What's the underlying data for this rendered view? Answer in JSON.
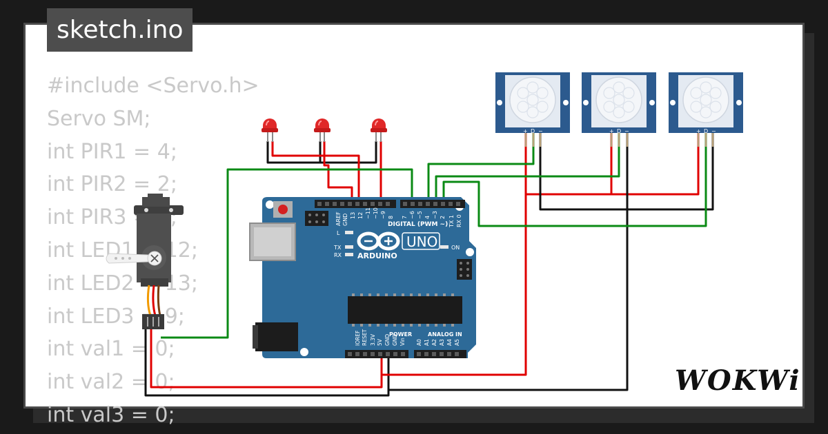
{
  "file": {
    "name": "sketch.ino"
  },
  "code_lines": [
    "#include <Servo.h>",
    "Servo SM;",
    "int PIR1 = 4;",
    "int PIR2 = 2;",
    "int PIR3 = 3;",
    "int LED1 = 12;",
    "int LED2 = 13;",
    "int LED3 = 9;",
    "int val1 = 0;",
    "int val2 = 0;",
    "int val3 = 0;"
  ],
  "board": {
    "brand": "ARDUINO",
    "model": "UNO",
    "on_label": "ON",
    "l_label": "L",
    "tx_label": "TX",
    "rx_label": "RX",
    "digital_header": "DIGITAL (PWM ~)",
    "power_header": "POWER",
    "analog_header": "ANALOG IN",
    "top_pins": [
      "AREF",
      "GND",
      "13",
      "12",
      "~11",
      "~10",
      "~9",
      "8",
      "7",
      "~6",
      "~5",
      "4",
      "~3",
      "2",
      "TX 1",
      "RX 0"
    ],
    "bottom_pins": [
      "IOREF",
      "RESET",
      "3.3V",
      "5V",
      "GND",
      "GND",
      "Vin",
      "A0",
      "A1",
      "A2",
      "A3",
      "A4",
      "A5"
    ]
  },
  "pir_sensor": {
    "pin_labels": [
      "+",
      "D",
      "−"
    ]
  },
  "logo": {
    "text": "WOKWi"
  },
  "colors": {
    "board": "#2d6a98",
    "wire_red": "#e00000",
    "wire_green": "#0a8a14",
    "wire_black": "#111111",
    "led": "#e02828",
    "pir_frame": "#2c5a8e",
    "servo": "#4f4f4f",
    "code_text": "#c9c9c9"
  }
}
